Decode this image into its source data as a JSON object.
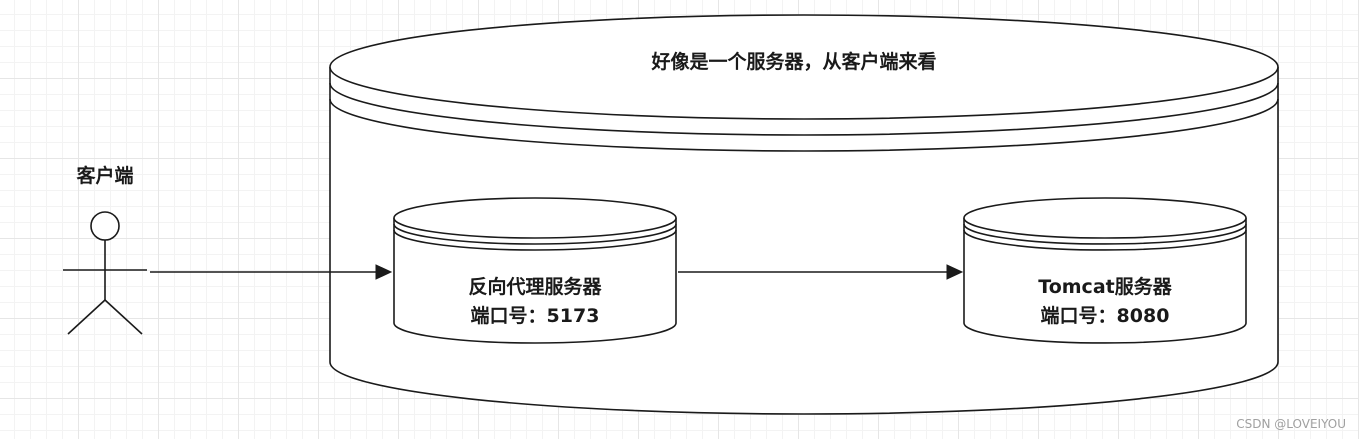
{
  "diagram": {
    "outer_server": {
      "title": "好像是一个服务器，从客户端来看"
    },
    "client": {
      "label": "客户端"
    },
    "reverse_proxy": {
      "name": "反向代理服务器",
      "port": "端口号：5173"
    },
    "tomcat": {
      "name": "Tomcat服务器",
      "port": "端口号：8080"
    },
    "colors": {
      "stroke": "#1a1a1a",
      "fill": "#ffffff",
      "grid": "#e6e6e6",
      "watermark": "#a0a0a0"
    }
  },
  "watermark": "CSDN @LOVEIYOU"
}
